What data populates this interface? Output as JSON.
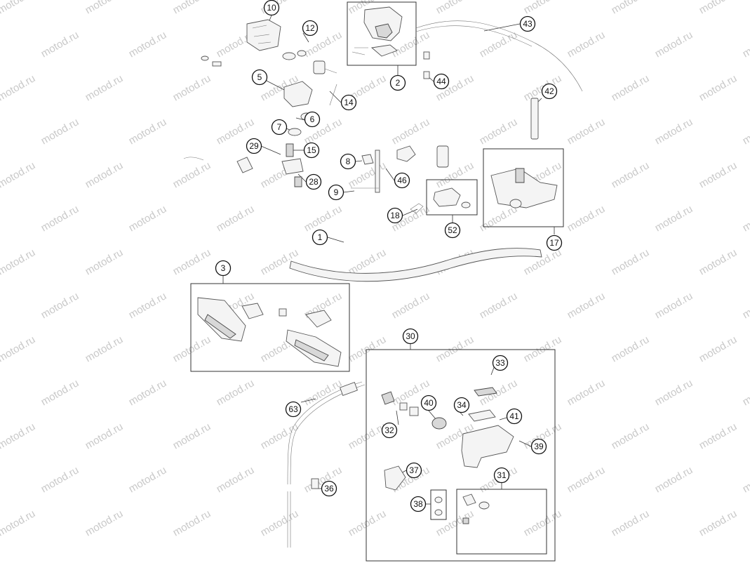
{
  "watermark": {
    "text": "motod.ru"
  },
  "callouts": [
    {
      "id": "c10",
      "label": "10"
    },
    {
      "id": "c12",
      "label": "12"
    },
    {
      "id": "c5",
      "label": "5"
    },
    {
      "id": "c2",
      "label": "2"
    },
    {
      "id": "c43",
      "label": "43"
    },
    {
      "id": "c44",
      "label": "44"
    },
    {
      "id": "c42",
      "label": "42"
    },
    {
      "id": "c14",
      "label": "14"
    },
    {
      "id": "c6",
      "label": "6"
    },
    {
      "id": "c7",
      "label": "7"
    },
    {
      "id": "c15",
      "label": "15"
    },
    {
      "id": "c29",
      "label": "29"
    },
    {
      "id": "c8",
      "label": "8"
    },
    {
      "id": "c46",
      "label": "46"
    },
    {
      "id": "c28",
      "label": "28"
    },
    {
      "id": "c9",
      "label": "9"
    },
    {
      "id": "c18",
      "label": "18"
    },
    {
      "id": "c52",
      "label": "52"
    },
    {
      "id": "c17",
      "label": "17"
    },
    {
      "id": "c1",
      "label": "1"
    },
    {
      "id": "c3",
      "label": "3"
    },
    {
      "id": "c30",
      "label": "30"
    },
    {
      "id": "c33",
      "label": "33"
    },
    {
      "id": "c63",
      "label": "63"
    },
    {
      "id": "c40",
      "label": "40"
    },
    {
      "id": "c34",
      "label": "34"
    },
    {
      "id": "c32",
      "label": "32"
    },
    {
      "id": "c41",
      "label": "41"
    },
    {
      "id": "c39",
      "label": "39"
    },
    {
      "id": "c37",
      "label": "37"
    },
    {
      "id": "c31",
      "label": "31"
    },
    {
      "id": "c36",
      "label": "36"
    },
    {
      "id": "c38",
      "label": "38"
    }
  ]
}
